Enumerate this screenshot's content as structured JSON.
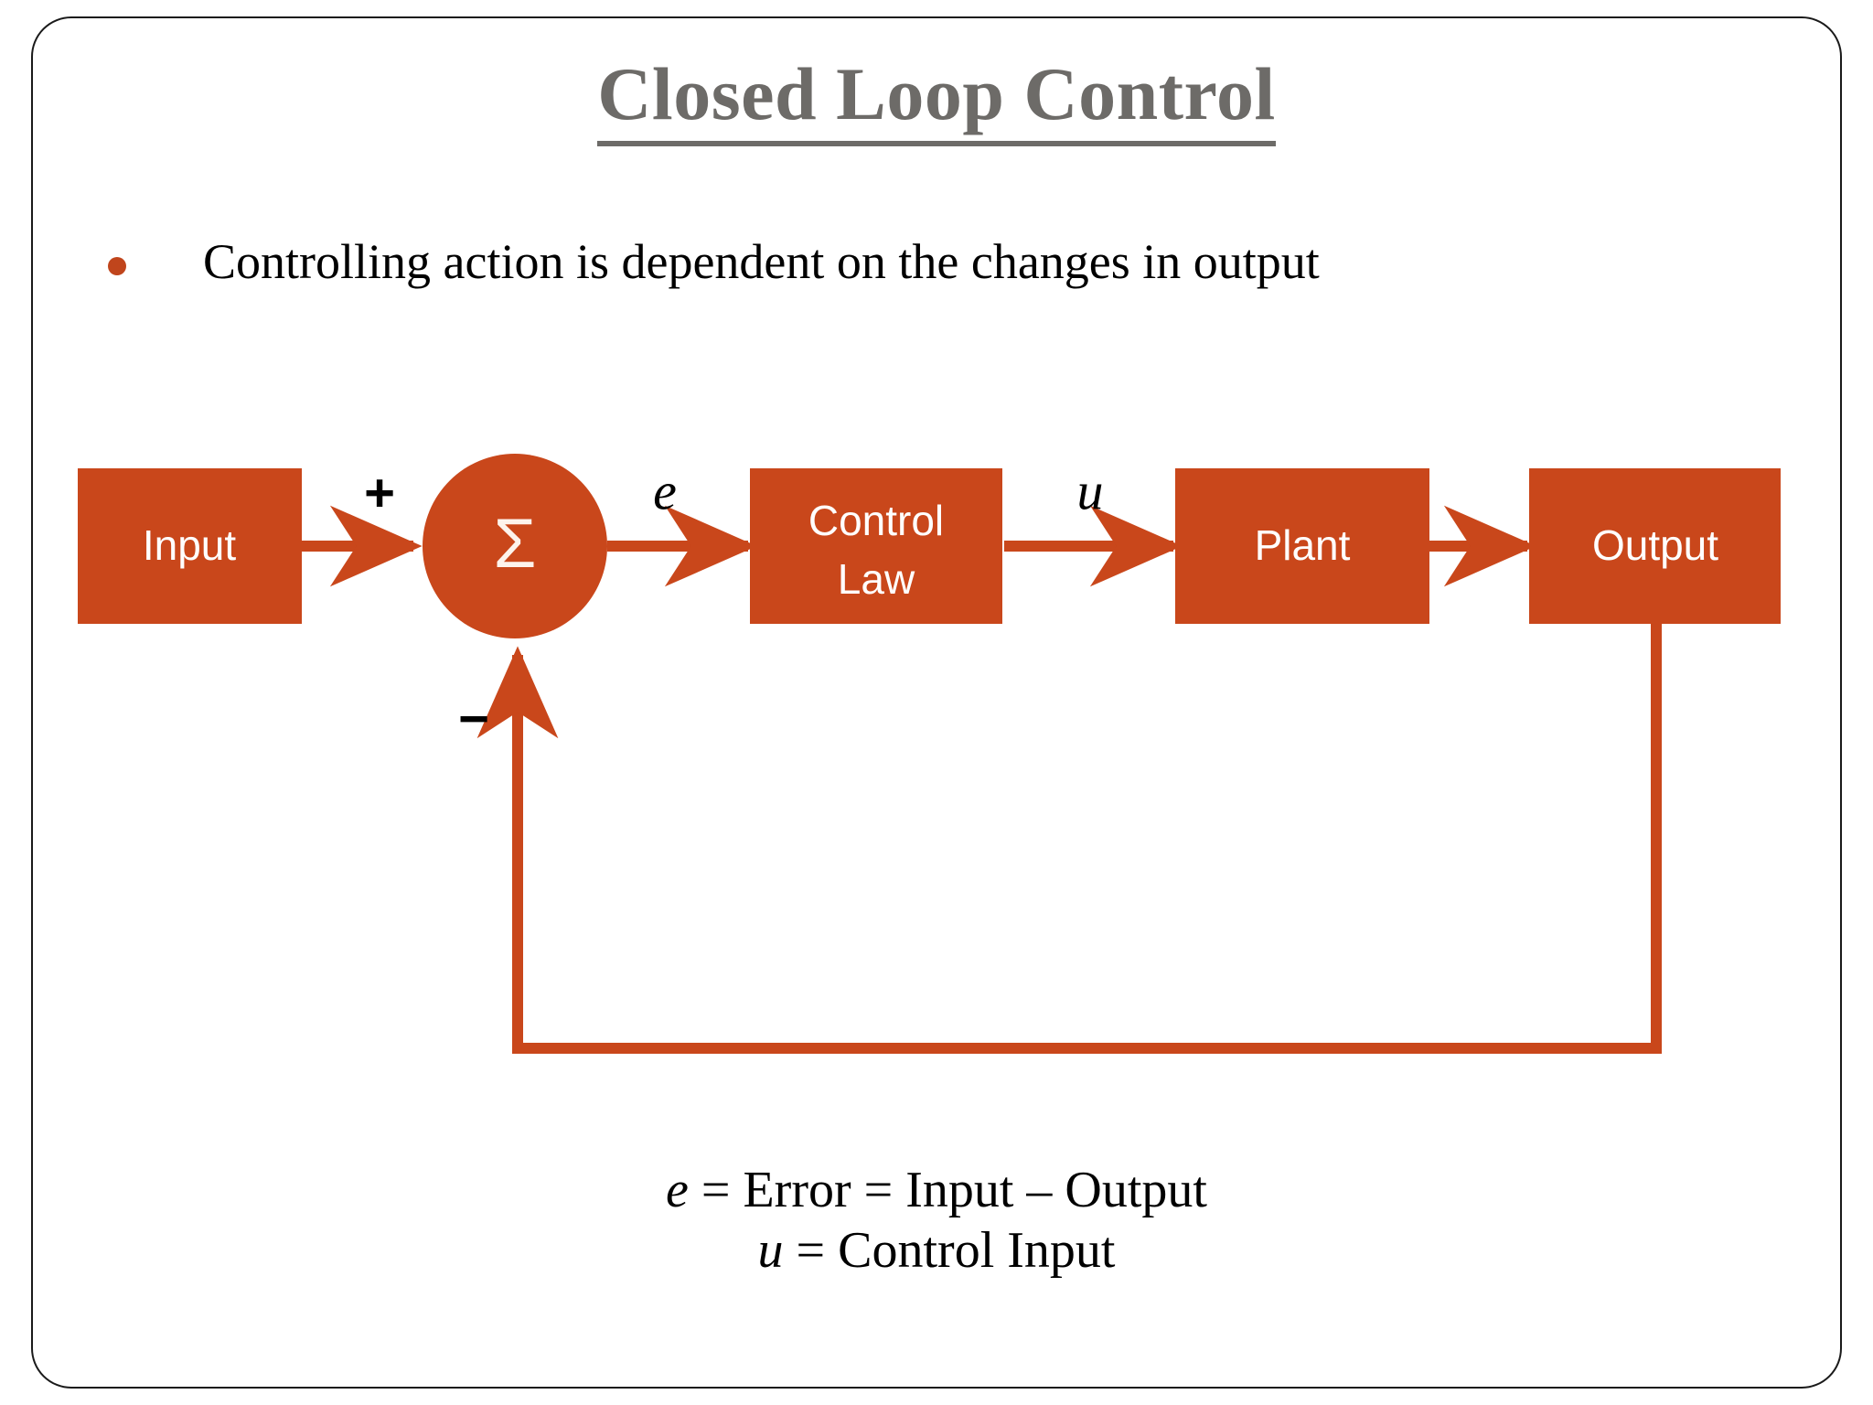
{
  "slide": {
    "title": "Closed Loop Control",
    "bullet": {
      "marker": "bullet-dot",
      "text": "Controlling action is dependent on the changes in output"
    },
    "colors": {
      "accent_orange": "#c9471b",
      "title_gray": "#6d6b68",
      "block_text": "#ffffff",
      "body_text": "#000000",
      "frame": "#1a1a1a",
      "background": "#ffffff"
    }
  },
  "diagram": {
    "type": "block-diagram",
    "name": "closed-loop-control-block-diagram",
    "blocks": [
      {
        "id": "input",
        "label": "Input",
        "shape": "rect"
      },
      {
        "id": "summer",
        "label": "Σ",
        "shape": "circle"
      },
      {
        "id": "control-law",
        "label_line1": "Control",
        "label_line2": "Law",
        "shape": "rect"
      },
      {
        "id": "plant",
        "label": "Plant",
        "shape": "rect"
      },
      {
        "id": "output",
        "label": "Output",
        "shape": "rect"
      }
    ],
    "signals": [
      {
        "id": "error",
        "label": "e",
        "from": "summer",
        "to": "control-law"
      },
      {
        "id": "control-input",
        "label": "u",
        "from": "control-law",
        "to": "plant"
      }
    ],
    "summing_signs": [
      {
        "id": "plus-sign",
        "label": "+",
        "port": "input-branch"
      },
      {
        "id": "minus-sign",
        "label": "−",
        "port": "feedback-branch"
      }
    ],
    "feedback": {
      "from": "output",
      "to": "summer",
      "direction": "upward"
    }
  },
  "legend": {
    "line1_var": "e",
    "line1_text": " = Error = Input – Output",
    "line2_var": "u",
    "line2_text": " = Control Input"
  }
}
